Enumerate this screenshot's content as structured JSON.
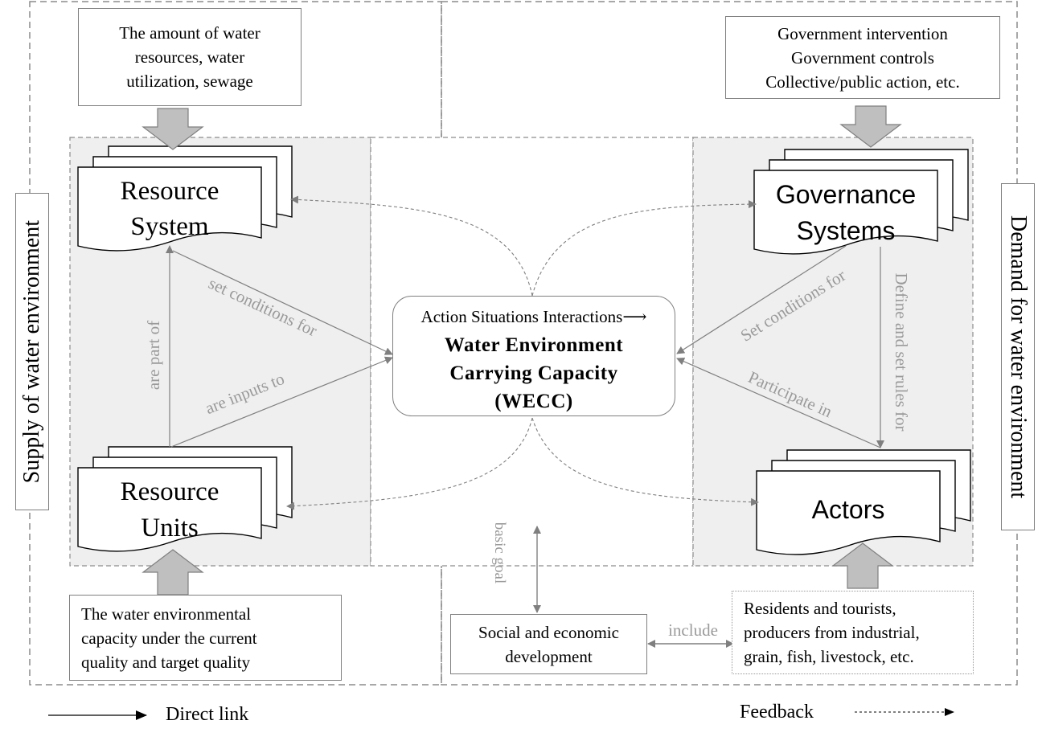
{
  "supply_label": "Supply of water environment",
  "demand_label": "Demand for water environment",
  "supply_input": "The amount of water\nresources, water\nutilization,  sewage",
  "demand_input": "Government intervention\nGovernment controls\nCollective/public  action, etc.",
  "capacity_input": "The water environmental\ncapacity under the current\nquality and target  quality",
  "stakeholders": "Residents  and tourists,\nproducers from industrial,\ngrain,  fish,  livestock,  etc.",
  "development": "Social and economic\ndevelopment",
  "nodes": {
    "resource_system": [
      "Resource",
      "System"
    ],
    "resource_units": [
      "Resource",
      "Units"
    ],
    "governance": [
      "Governance",
      "Systems"
    ],
    "actors": [
      "Actors"
    ]
  },
  "center": {
    "line1": "Action Situations Interactions⟶",
    "line2": "Water  Environment",
    "line3": "Carrying Capacity",
    "line4": "(WECC)"
  },
  "relations": {
    "are_part_of": "are part of",
    "set_conditions_left": "set conditions for",
    "are_inputs_to": "are inputs to",
    "set_conditions_right": "Set conditions for",
    "participate_in": "Participate  in",
    "define_rules": "Define and set rules for",
    "basic_goal": "basic goal",
    "include": "include"
  },
  "legend": {
    "direct": "Direct link",
    "feedback": "Feedback"
  },
  "colors": {
    "panel_fill": "#efefef",
    "dashed_border": "#8c8c8c",
    "arrow_gray": "#7f7f7f",
    "block_arrow_fill": "#bfbfbf",
    "label_gray": "#9a9a9a"
  }
}
